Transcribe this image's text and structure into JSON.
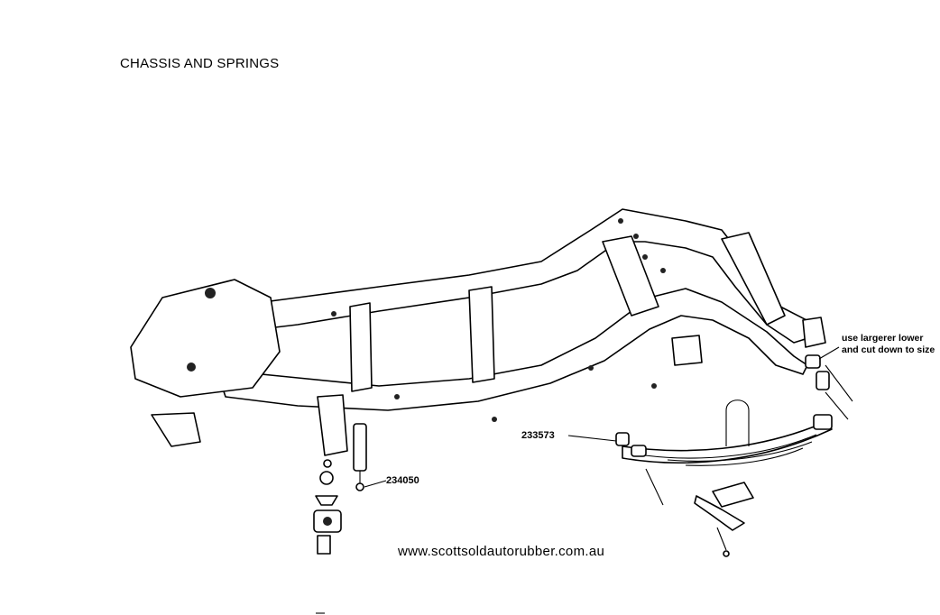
{
  "title": "CHASSIS AND SPRINGS",
  "labels": {
    "part_234050": "234050",
    "part_233573": "233573",
    "note": "use largerer lower and cut down to size"
  },
  "website": "www.scottsoldautorubber.com.au"
}
